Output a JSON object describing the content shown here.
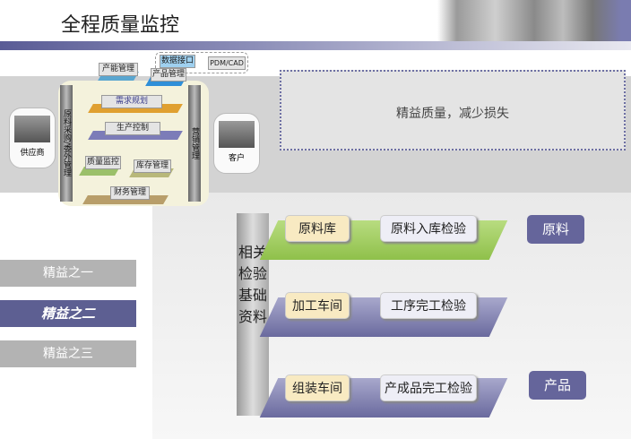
{
  "header": {
    "title": "全程质量监控"
  },
  "goal": {
    "text": "精益质量，减少损失"
  },
  "nav": [
    "精益之一",
    "精益之二",
    "精益之三"
  ],
  "diagram": {
    "left_bar": "原料采购/委外管理",
    "right_bar": "营销管理",
    "supplier": "供应商",
    "customer": "客户",
    "capacity": "产能管理",
    "product": "产品管理",
    "data_if": "数据接口",
    "pdm": "PDM/CAD",
    "demand": "需求规划",
    "production": "生产控制",
    "quality": "质量监控",
    "inventory": "库存管理",
    "finance": "财务管理"
  },
  "flow": {
    "side_label": "相关检验基础资料",
    "rows": [
      {
        "place": "原料库",
        "check": "原料入库检验",
        "tag": "原料",
        "color": "#8fc04a"
      },
      {
        "place": "加工车间",
        "check": "工序完工检验",
        "tag": "",
        "color": "#6a6a9e"
      },
      {
        "place": "组装车间",
        "check": "产成品完工检验",
        "tag": "产品",
        "color": "#6a6a9e"
      }
    ]
  }
}
